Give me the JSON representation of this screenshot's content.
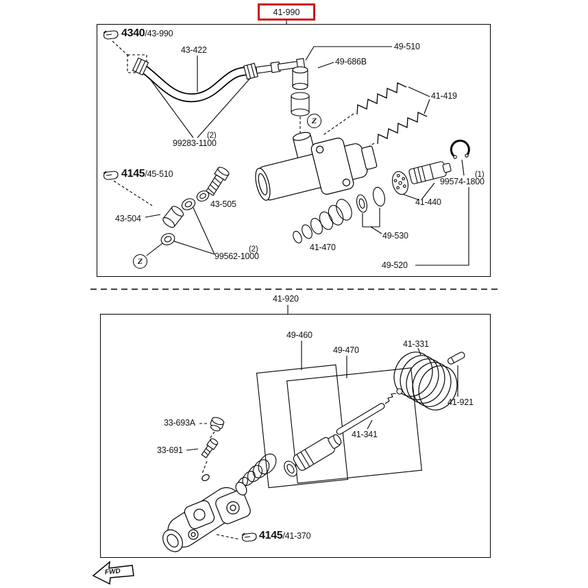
{
  "title": {
    "top_assembly": "41-990",
    "bottom_assembly": "41-920"
  },
  "top_panel": {
    "clip_hose": {
      "code": "4340",
      "suffix": "/43-990"
    },
    "clip_bushing": {
      "code": "4145",
      "suffix": "/45-510"
    },
    "labels": {
      "hose": "43-422",
      "pipe": "49-510",
      "joint": "49-686B",
      "springs": "41-419",
      "clamps": "99283-1100",
      "clamps_qty": "(2)",
      "bolt": "43-505",
      "bushing": "43-504",
      "ring": "99574-1800",
      "ring_qty": "(1)",
      "piston": "41-440",
      "spring": "41-470",
      "cups": "49-530",
      "washers": "99562-1000",
      "washers_qty": "(2)",
      "kit": "49-520"
    },
    "zone_marker": "Z"
  },
  "bottom_panel": {
    "clip_release": {
      "code": "4145",
      "suffix": "/41-370"
    },
    "labels": {
      "kit_inner": "49-460",
      "kit_outer": "49-470",
      "spring": "41-331",
      "pin": "41-921",
      "cap": "33-693A",
      "bleeder": "33-691",
      "rod": "41-341"
    }
  },
  "footer": {
    "direction": "FWD"
  },
  "colors": {
    "highlight_box": "#cc1111",
    "line": "#000000"
  }
}
